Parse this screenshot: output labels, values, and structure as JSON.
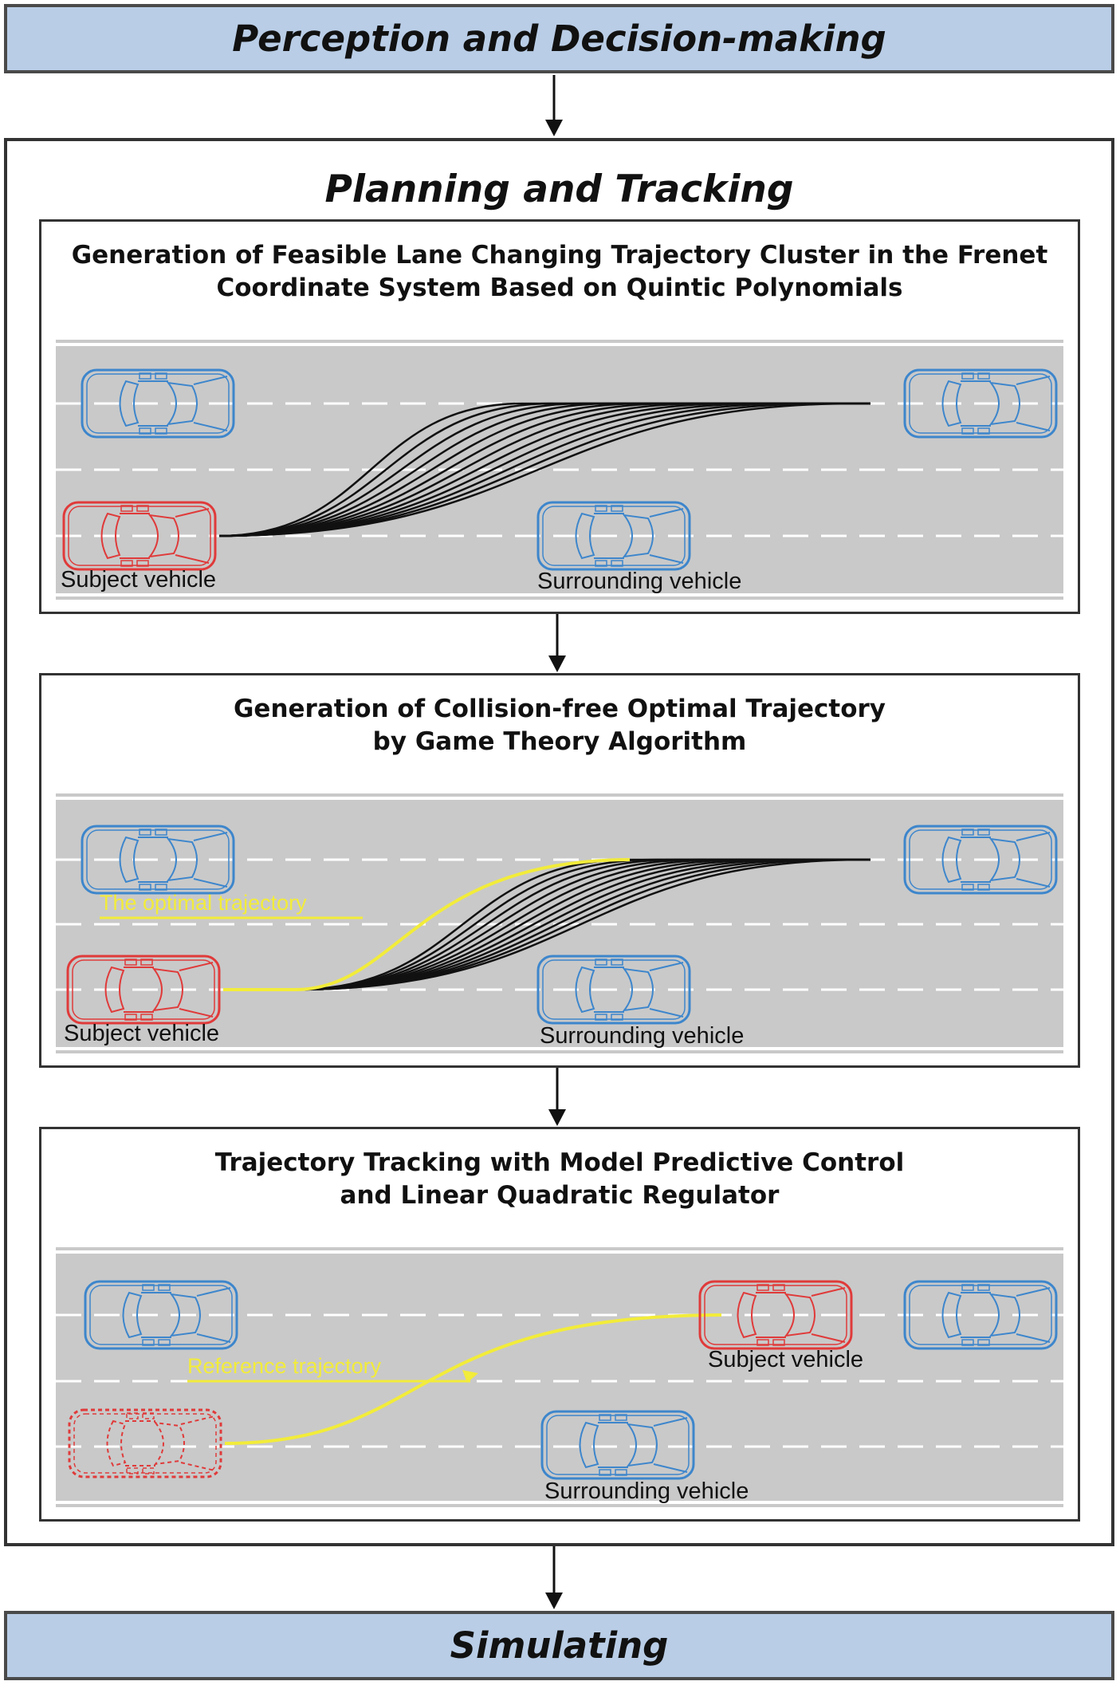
{
  "header": {
    "title": "Perception and Decision-making"
  },
  "planning": {
    "title": "Planning and Tracking",
    "panels": [
      {
        "title_lines": [
          "Generation of Feasible Lane Changing Trajectory Cluster in the Frenet",
          "Coordinate System Based on Quintic Polynomials"
        ],
        "subject_label": "Subject vehicle",
        "surrounding_label": "Surrounding vehicle"
      },
      {
        "title_lines": [
          "Generation of Collision-free Optimal Trajectory",
          "by Game Theory Algorithm"
        ],
        "subject_label": "Subject vehicle",
        "surrounding_label": "Surrounding vehicle",
        "trajectory_label": "The optimal trajectory"
      },
      {
        "title_lines": [
          "Trajectory Tracking with Model Predictive Control",
          "and Linear Quadratic Regulator"
        ],
        "subject_label": "Subject vehicle",
        "surrounding_label": "Surrounding vehicle",
        "trajectory_label": "Reference trajectory"
      }
    ]
  },
  "footer": {
    "title": "Simulating"
  },
  "colors": {
    "banner_fill": "#b9cde6",
    "road": "#c9c9c9",
    "subject_vehicle": "#e03a3a",
    "surrounding_vehicle": "#3d86cc",
    "trajectory_cluster": "#111111",
    "highlight_trajectory": "#f2ec3a"
  },
  "icons": {
    "vehicle": "car-top-view-icon",
    "flow": "arrow-down-icon"
  }
}
